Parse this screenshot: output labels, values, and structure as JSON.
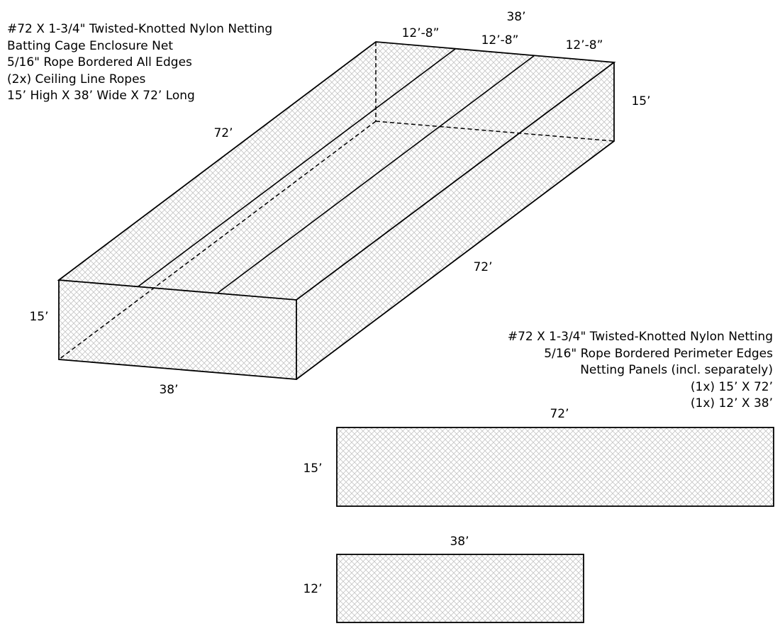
{
  "enclosure_notes": {
    "line1": "#72 X 1-3/4\" Twisted-Knotted Nylon Netting",
    "line2": "Batting Cage Enclosure Net",
    "line3": "5/16\" Rope Bordered All Edges",
    "line4": "(2x) Ceiling Line Ropes",
    "line5": "15’ High X 38’ Wide X 72’ Long"
  },
  "enclosure_dims": {
    "top_width": "38’",
    "ceiling_section_1": "12’-8”",
    "ceiling_section_2": "12’-8”",
    "ceiling_section_3": "12’-8”",
    "back_height": "15’",
    "top_length": "72’",
    "side_length": "72’",
    "front_height": "15’",
    "front_width": "38’"
  },
  "panel_notes": {
    "line1": "#72 X 1-3/4\" Twisted-Knotted Nylon Netting",
    "line2": "5/16\" Rope Bordered Perimeter Edges",
    "line3": "Netting Panels (incl. separately)",
    "line4": "(1x) 15’ X 72’",
    "line5": "(1x) 12’ X 38’"
  },
  "panel_1": {
    "width_label": "72’",
    "height_label": "15’"
  },
  "panel_2": {
    "width_label": "38’",
    "height_label": "12’"
  },
  "colors": {
    "line": "#000000",
    "mesh": "#c4c4c4",
    "background": "#ffffff"
  }
}
